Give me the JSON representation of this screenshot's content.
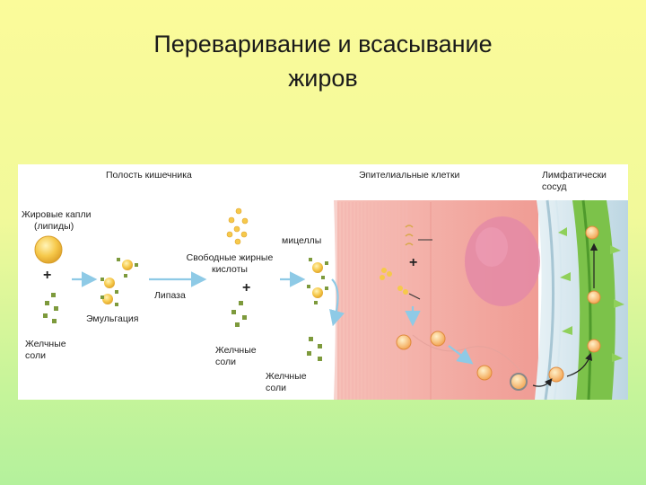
{
  "slide": {
    "title_line1": "Переваривание и всасывание",
    "title_line2": "жиров"
  },
  "diagram": {
    "labels": {
      "intestinal_cavity": "Полость кишечника",
      "epithelial_cells": "Эпителиальные клетки",
      "lymphatic_vessel_line1": "Лимфатически",
      "lymphatic_vessel_line2": "сосуд",
      "fat_drops_line1": "Жировые капли",
      "fat_drops_line2": "(липиды)",
      "micelles": "мицеллы",
      "free_fatty_acids_line1": "Свободные жирные",
      "free_fatty_acids_line2": "кислоты",
      "lipase": "Липаза",
      "emulsification": "Эмульгация",
      "bile_salts_1_line1": "Желчные",
      "bile_salts_1_line2": "соли",
      "bile_salts_2_line1": "Желчные",
      "bile_salts_2_line2": "соли",
      "bile_salts_3_line1": "Желчные",
      "bile_salts_3_line2": "соли"
    },
    "symbols": {
      "plus": "+"
    },
    "colors": {
      "epithelium": "#f4b7b0",
      "nucleus": "#e48aa6",
      "lymph_wall": "#c9e0ea",
      "lymph_vessel": "#7cc24a",
      "droplet": "#f6c94b",
      "bile_salt": "#7d9a3c",
      "arrow": "#8ecae6"
    }
  }
}
